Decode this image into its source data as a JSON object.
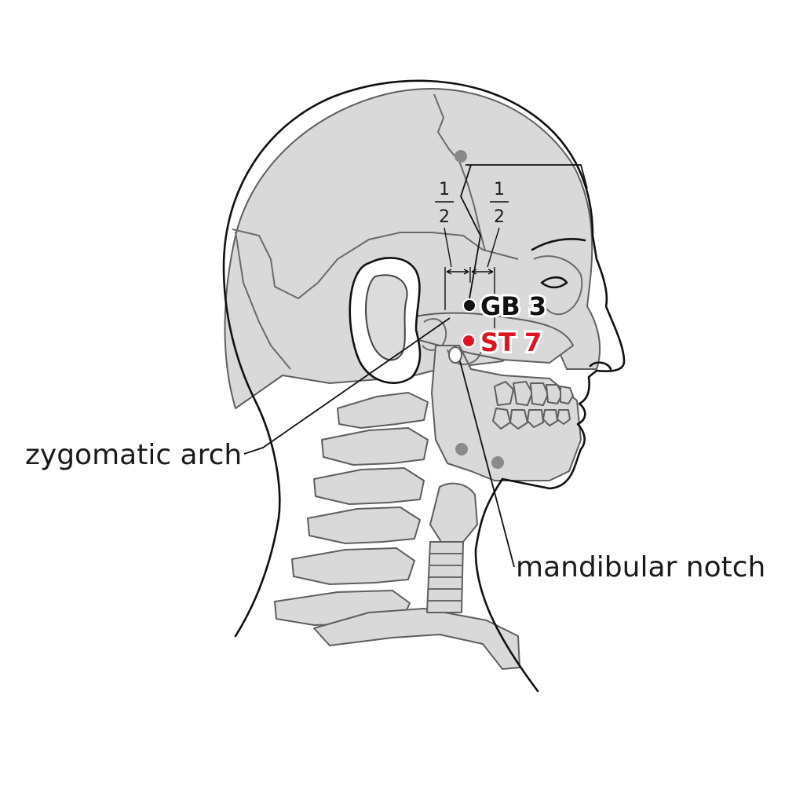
{
  "labels": {
    "zygomatic_arch": "zygomatic arch",
    "mandibular_notch": "mandibular notch"
  },
  "points": {
    "gb3": {
      "label": "GB 3",
      "color": "#111111"
    },
    "st7": {
      "label": "ST 7",
      "color": "#e0141e"
    }
  },
  "fractions": {
    "left": {
      "numerator": "1",
      "denominator": "2"
    },
    "right": {
      "numerator": "1",
      "denominator": "2"
    }
  },
  "colors": {
    "bone_fill": "#d9d9d9",
    "bone_outline": "#5f5f5f",
    "skin_outline": "#111111",
    "other_points": "#8a8a8a"
  }
}
